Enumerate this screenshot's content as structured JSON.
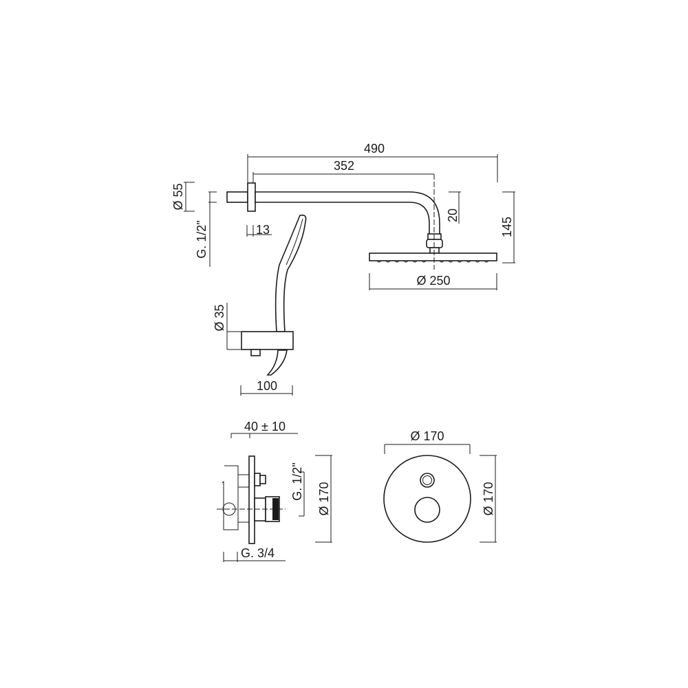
{
  "drawing": {
    "shower_arm": {
      "overall_length": "490",
      "arm_length": "352",
      "flange_diameter": "Ø 55",
      "thread": "G. 1/2\"",
      "flange_depth": "13",
      "connector_height": "20",
      "overall_height": "145",
      "head_diameter": "Ø 250"
    },
    "hand_shower": {
      "holder_diameter": "Ø 35",
      "holder_length": "100"
    },
    "mixer_side": {
      "depth": "40 ± 10",
      "outlet_thread": "G. 1/2\"",
      "plate_height": "Ø 170",
      "inlet_thread": "G. 3/4"
    },
    "mixer_front": {
      "plate_width": "Ø 170",
      "plate_height": "Ø 170"
    }
  },
  "colors": {
    "line": "#1a1a1a",
    "background": "#ffffff"
  }
}
